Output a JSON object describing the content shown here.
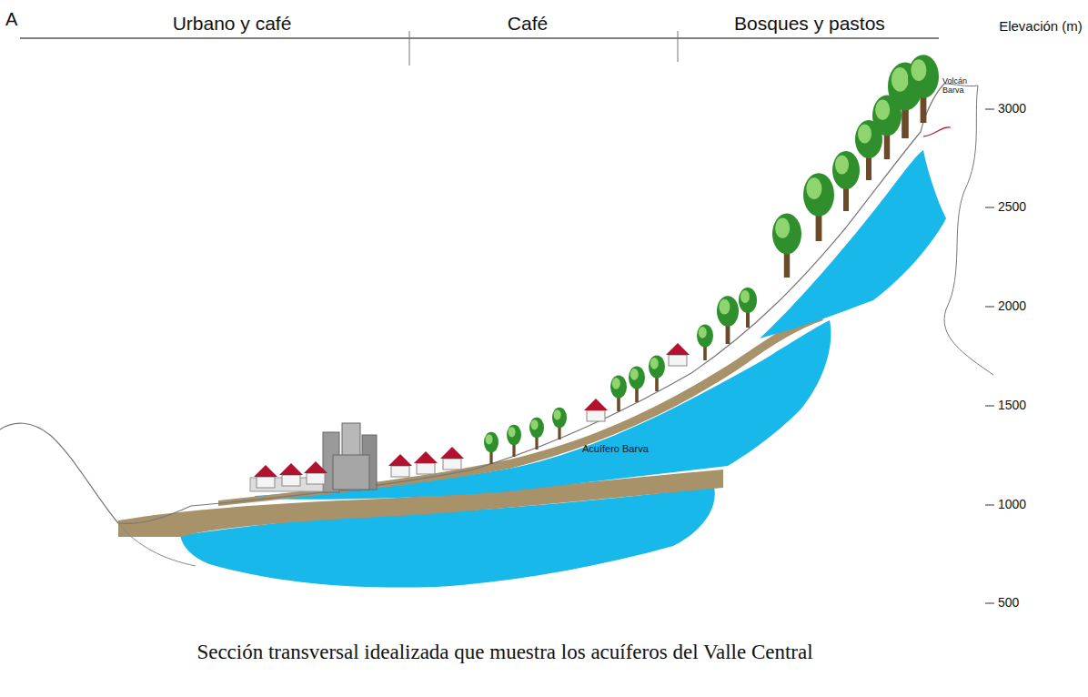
{
  "diagram": {
    "caption": "Sección transversal idealizada que muestra los acuíferos del Valle Central",
    "labels": [
      "A",
      "Urbano y café",
      "Café",
      "Bosques y pastos",
      "Elevación (m)",
      "3000",
      "2500",
      "2000",
      "1500",
      "1000",
      "500",
      "Volcán Barva",
      "Acuífero Barva"
    ]
  }
}
